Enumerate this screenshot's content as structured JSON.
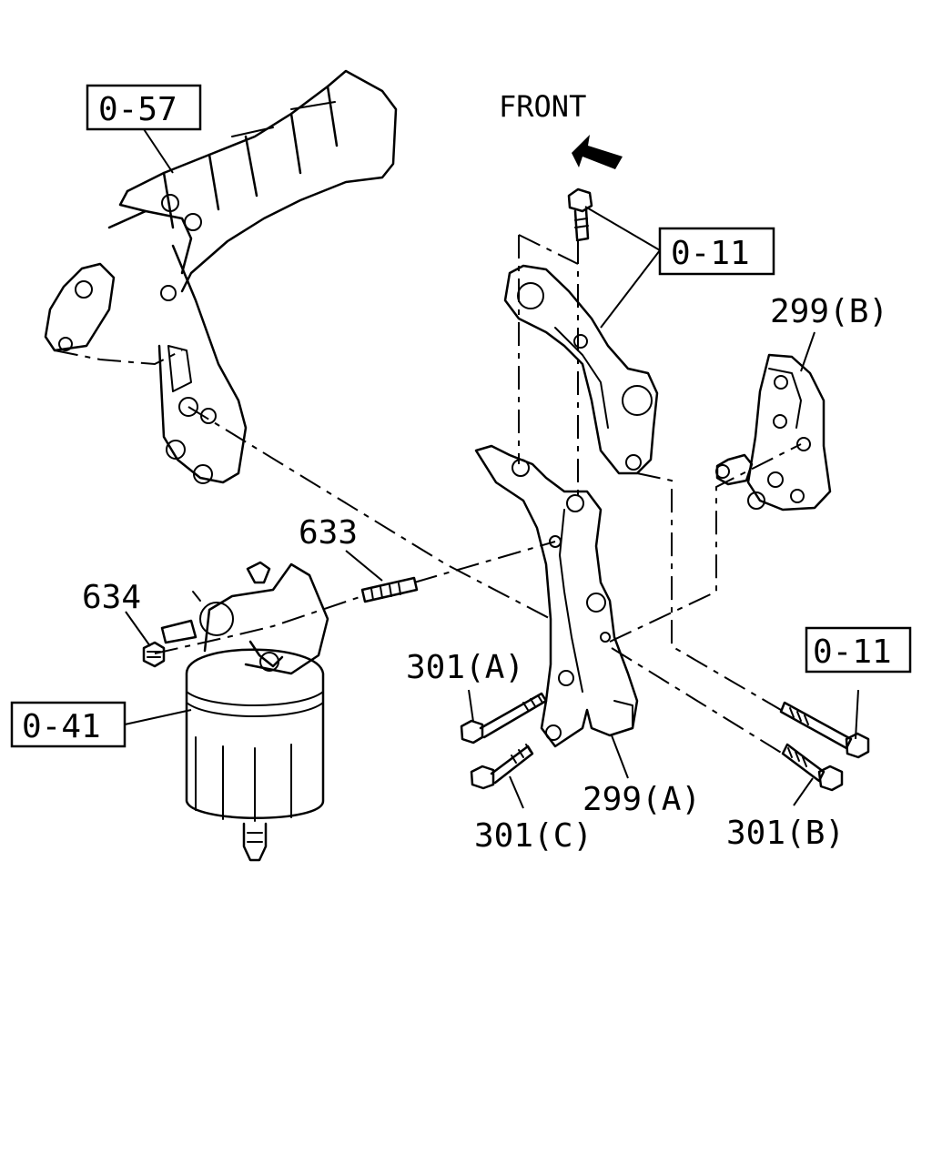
{
  "labels": {
    "front": "FRONT",
    "ref_0_57": "0-57",
    "ref_0_11_top": "0-11",
    "ref_0_11_right": "0-11",
    "ref_0_41": "0-41",
    "part_299b": "299(B)",
    "part_299a": "299(A)",
    "part_633": "633",
    "part_634": "634",
    "part_301a": "301(A)",
    "part_301b": "301(B)",
    "part_301c": "301(C)"
  },
  "icons": {
    "front_arrow": "arrow-up-left-icon"
  },
  "colors": {
    "line": "#000000",
    "background": "#ffffff"
  }
}
